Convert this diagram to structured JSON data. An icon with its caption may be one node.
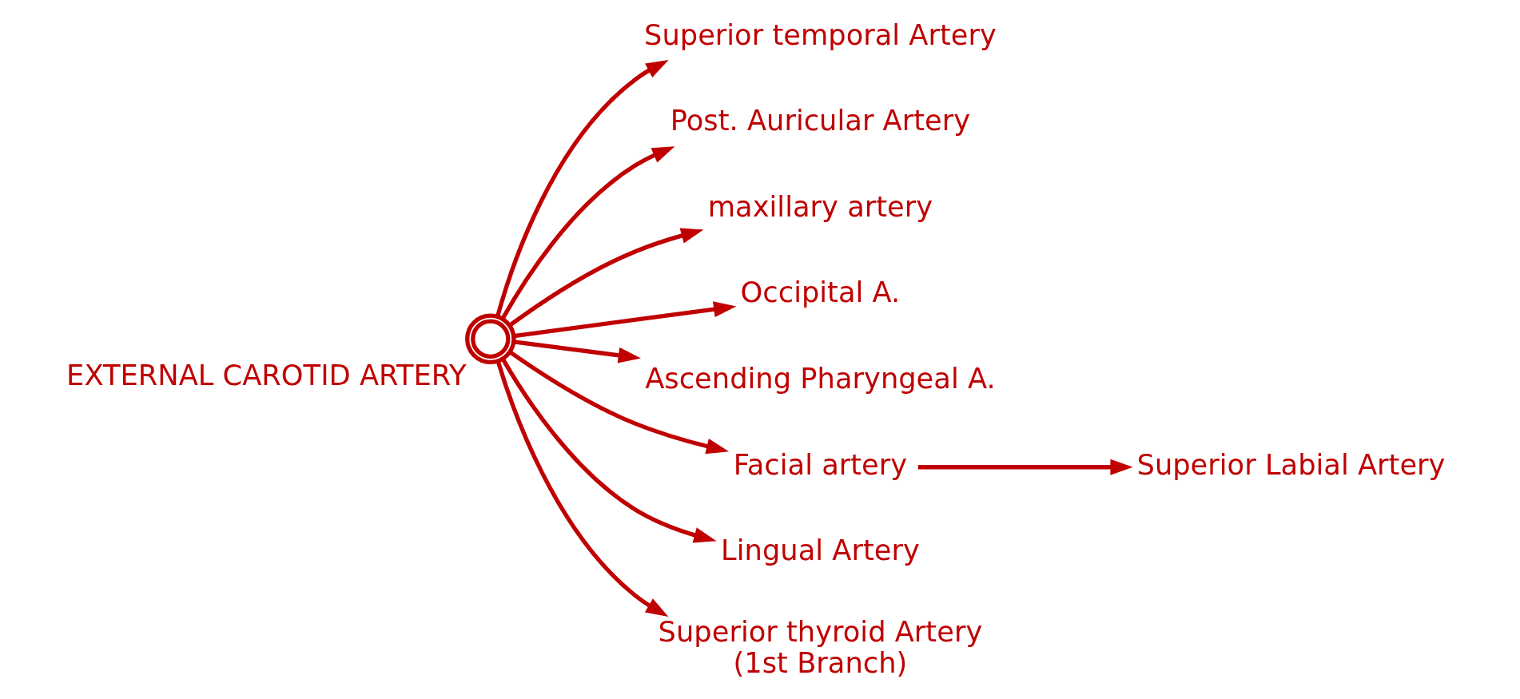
{
  "diagram": {
    "nodes": [
      {
        "text": [
          "EXTERNAL CAROTID ARTERY"
        ]
      },
      {
        "text": [
          "Superior temporal Artery"
        ]
      },
      {
        "text": [
          "Post. Auricular Artery"
        ]
      },
      {
        "text": [
          "maxillary artery"
        ]
      },
      {
        "text": [
          "Occipital A."
        ]
      },
      {
        "text": [
          "Superior Labial Artery"
        ]
      },
      {
        "text": [
          "Ascending Pharyngeal A."
        ]
      },
      {
        "text": [
          "Facial artery"
        ]
      },
      {
        "text": [
          "Lingual Artery"
        ]
      },
      {
        "text": [
          "Superior thyroid Artery"
        ],
        "beside": [
          "(1st Branch)"
        ]
      }
    ],
    "edges": [
      {
        "from": 0,
        "to": 9,
        "arrow": "to"
      },
      {
        "from": 0,
        "to": 6,
        "arrow": "to"
      },
      {
        "from": 0,
        "to": 8,
        "arrow": "to"
      },
      {
        "from": 0,
        "to": 7,
        "arrow": "to"
      },
      {
        "from": 7,
        "to": 5,
        "arrow": "to"
      },
      {
        "from": 0,
        "to": 4,
        "arrow": "to"
      },
      {
        "from": 0,
        "to": 2,
        "arrow": "to"
      },
      {
        "from": 0,
        "to": 3,
        "arrow": "to"
      },
      {
        "from": 0,
        "to": 1,
        "arrow": "to"
      }
    ]
  }
}
